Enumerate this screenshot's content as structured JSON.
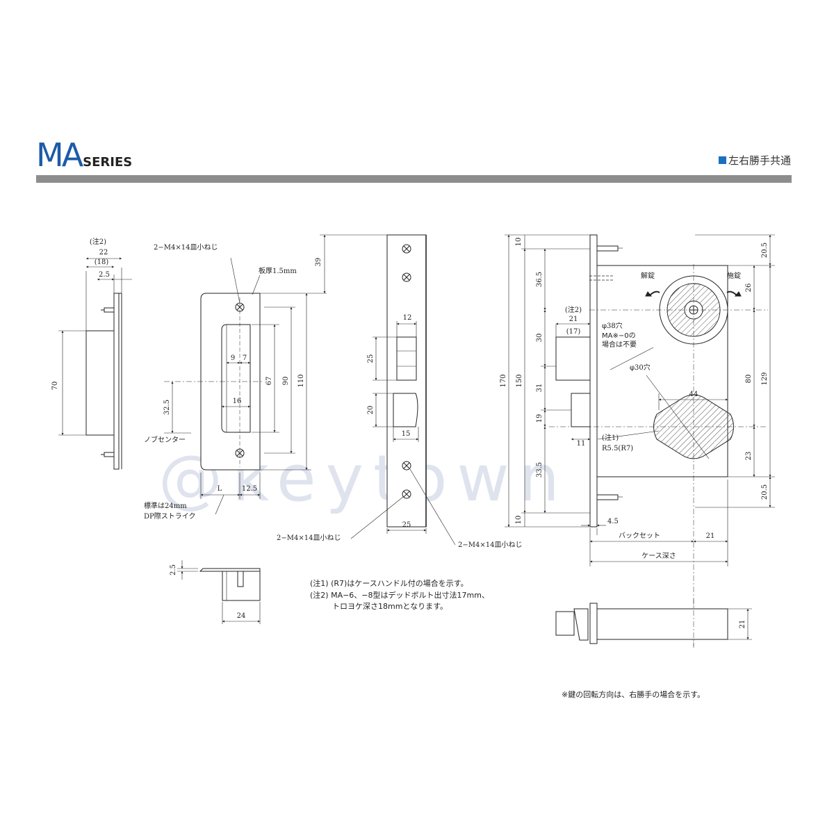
{
  "header": {
    "brand_main": "MA",
    "brand_sub": "SERIES",
    "tag": "左右勝手共通"
  },
  "watermark": "@keytown",
  "strike_side": {
    "note2": "(注2)",
    "d22": "22",
    "d18": "(18)",
    "d25": "2.5",
    "d70": "70"
  },
  "strike_front": {
    "screw": "2−M4×14皿小ねじ",
    "thickness": "板厚1.5mm",
    "d39": "39",
    "d9": "9",
    "d7": "7",
    "d67": "67",
    "d90": "90",
    "d110": "110",
    "d16": "16",
    "d325": "32.5",
    "knob_center": "ノブセンター",
    "dL": "L",
    "d125": "12.5",
    "std1": "標準は24mm",
    "std2": "DP際ストライク"
  },
  "strike_bottom": {
    "d25": "2.5",
    "d24": "24"
  },
  "faceplate": {
    "d12": "12",
    "d25": "25",
    "d20": "20",
    "d15": "15",
    "d25b": "25",
    "screw_left": "2−M4×14皿小ねじ",
    "screw_right": "2−M4×14皿小ねじ"
  },
  "body": {
    "d10t": "10",
    "d365": "36.5",
    "d30": "30",
    "d31": "31",
    "d19": "19",
    "d335": "33.5",
    "d10b": "10",
    "d170": "170",
    "d150": "150",
    "note2": "(注2)",
    "d21": "21",
    "d17": "(17)",
    "hole38": "φ38穴",
    "ma_note1": "MA※−0の",
    "ma_note2": "場合は不要",
    "hole30": "φ30穴",
    "d44": "44",
    "note1": "(注1)",
    "r55": "R5.5(R7)",
    "d11": "11",
    "unlock": "解錠",
    "lock": "施錠",
    "d205t": "20.5",
    "d26": "26",
    "d80": "80",
    "d129": "129",
    "d23": "23",
    "d205b": "20.5",
    "d45": "4.5",
    "backset": "バックセット",
    "d21b": "21",
    "case_depth": "ケース深さ"
  },
  "deadbolt": {
    "d21": "21"
  },
  "notes": {
    "n1": "(注1) (R7)はケースハンドル付の場合を示す。",
    "n2": "(注2) MA−6、−8型はデッドボルト出寸法17mm、",
    "n3": "トロヨケ深さ18mmとなります。",
    "rotation": "※鍵の回転方向は、右勝手の場合を示す。"
  }
}
